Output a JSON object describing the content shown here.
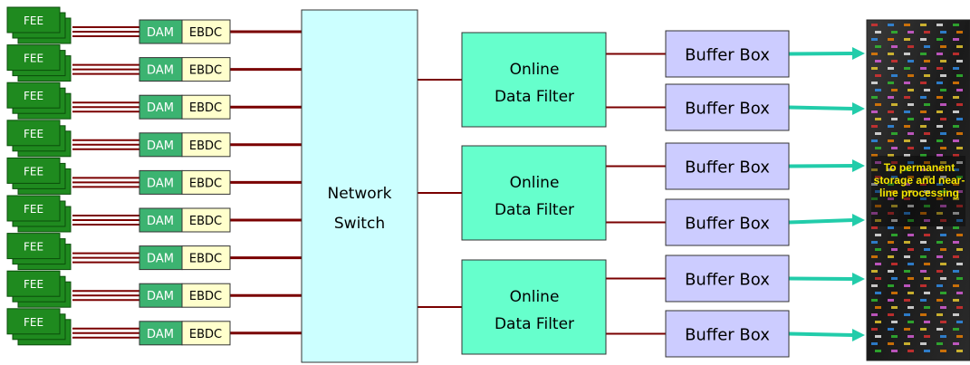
{
  "labels": {
    "fee": "FEE",
    "dam": "DAM",
    "ebdc": "EBDC",
    "switch_line1": "Network",
    "switch_line2": "Switch",
    "filter_line1": "Online",
    "filter_line2": "Data Filter",
    "buffer": "Buffer Box",
    "storage": "To permanent storage and near-line processing"
  },
  "counts": {
    "fee_groups": 9,
    "dam_ebdc_units": 9,
    "online_data_filters": 3,
    "buffer_boxes": 6
  },
  "colors": {
    "fee_fill": "#1f8a1f",
    "dam_fill": "#3cb371",
    "ebdc_fill": "#ffffcc",
    "switch_fill": "#ccffff",
    "filter_fill": "#66ffcc",
    "buffer_fill": "#ccccff",
    "link_line": "#7a0000",
    "arrow": "#22ccaa",
    "storage_label": "#f5e600"
  }
}
